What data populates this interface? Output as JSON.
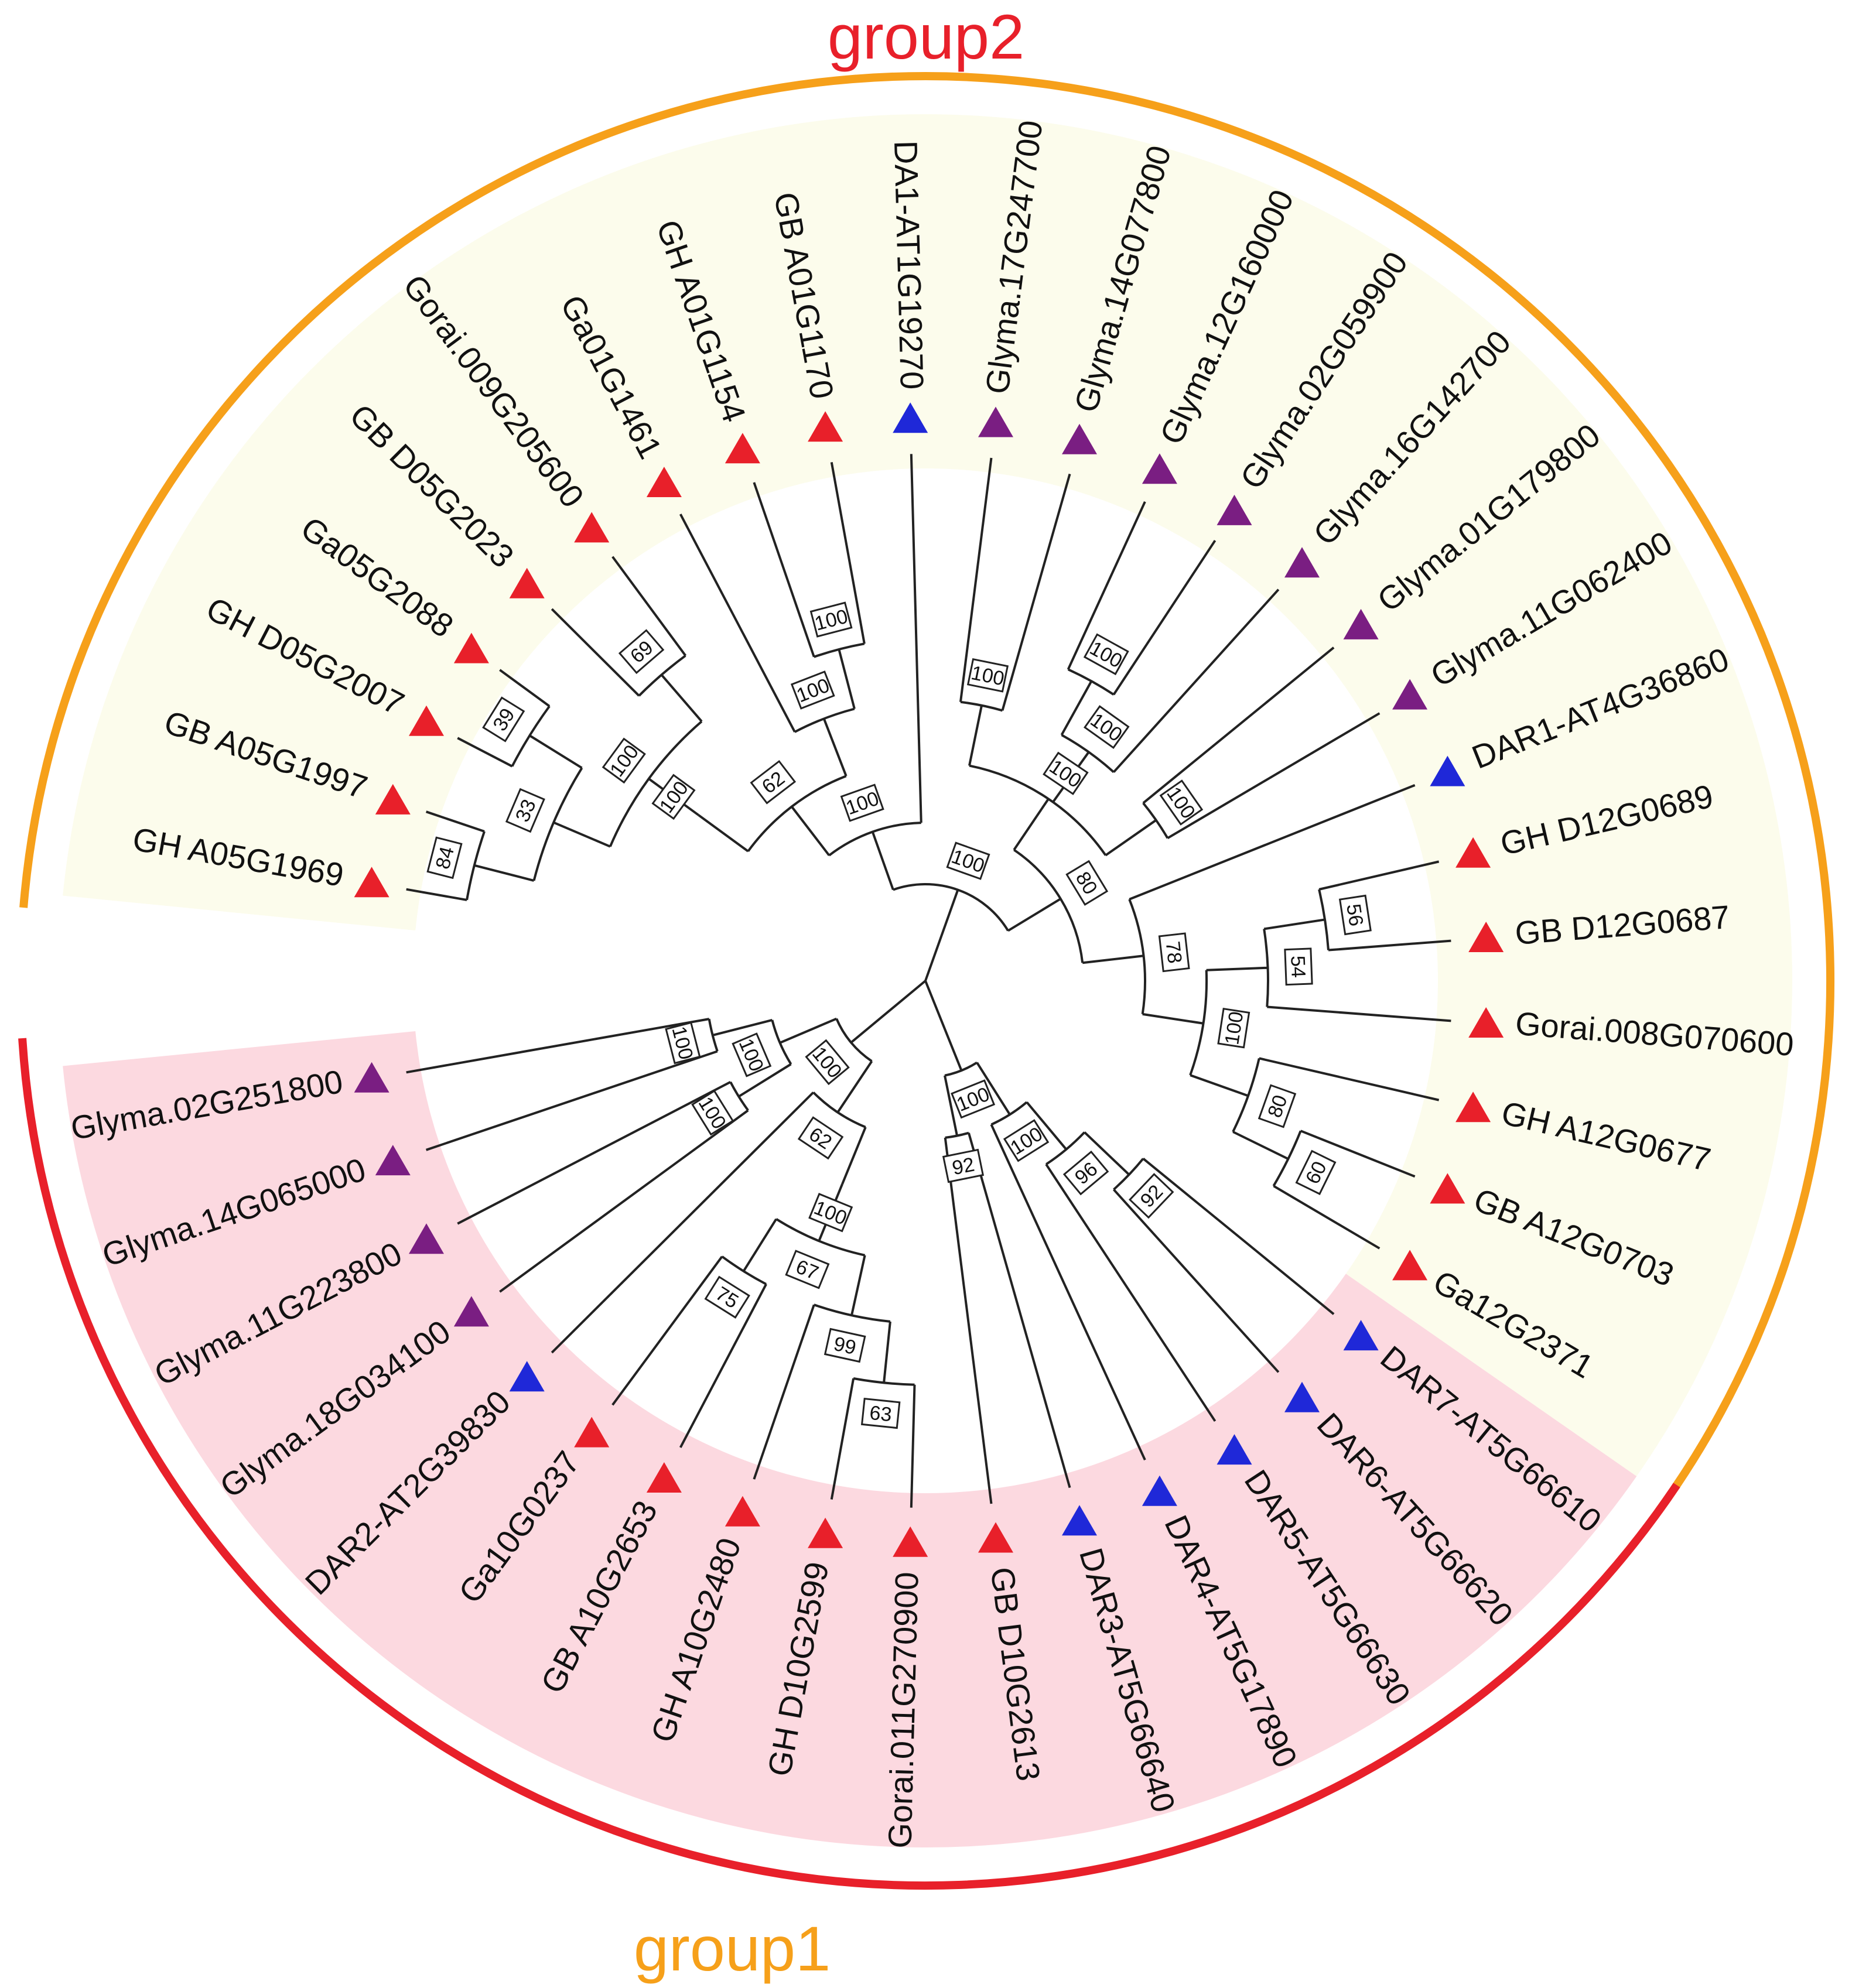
{
  "colors": {
    "group1": "#F6A01A",
    "group2": "#E8202A",
    "group1_fill": "#FCFCEC",
    "group2_fill": "#FCD9E0",
    "cotton": "#E8202A",
    "soybean": "#7A1E82",
    "arabidopsis": "#1F28D8"
  },
  "groups": {
    "group1": {
      "label": "group1"
    },
    "group2": {
      "label": "group2"
    }
  },
  "leaves": [
    {
      "label": "GH A05G1969",
      "marker": "cotton"
    },
    {
      "label": "GB A05G1997",
      "marker": "cotton"
    },
    {
      "label": "GH D05G2007",
      "marker": "cotton"
    },
    {
      "label": "Ga05G2088",
      "marker": "cotton"
    },
    {
      "label": "GB D05G2023",
      "marker": "cotton"
    },
    {
      "label": "Gorai.009G205600",
      "marker": "cotton"
    },
    {
      "label": "Ga01G1461",
      "marker": "cotton"
    },
    {
      "label": "GH A01G1154",
      "marker": "cotton"
    },
    {
      "label": "GB A01G1170",
      "marker": "cotton"
    },
    {
      "label": "DA1-AT1G19270",
      "marker": "arabidopsis"
    },
    {
      "label": "Glyma.17G247700",
      "marker": "soybean"
    },
    {
      "label": "Glyma.14G077800",
      "marker": "soybean"
    },
    {
      "label": "Glyma.12G160000",
      "marker": "soybean"
    },
    {
      "label": "Glyma.02G059900",
      "marker": "soybean"
    },
    {
      "label": "Glyma.16G142700",
      "marker": "soybean"
    },
    {
      "label": "Glyma.01G179800",
      "marker": "soybean"
    },
    {
      "label": "Glyma.11G062400",
      "marker": "soybean"
    },
    {
      "label": "DAR1-AT4G36860",
      "marker": "arabidopsis"
    },
    {
      "label": "GH D12G0689",
      "marker": "cotton"
    },
    {
      "label": "GB D12G0687",
      "marker": "cotton"
    },
    {
      "label": "Gorai.008G070600",
      "marker": "cotton"
    },
    {
      "label": "GH A12G0677",
      "marker": "cotton"
    },
    {
      "label": "GB A12G0703",
      "marker": "cotton"
    },
    {
      "label": "Ga12G2371",
      "marker": "cotton"
    },
    {
      "label": "DAR7-AT5G66610",
      "marker": "arabidopsis"
    },
    {
      "label": "DAR6-AT5G66620",
      "marker": "arabidopsis"
    },
    {
      "label": "DAR5-AT5G66630",
      "marker": "arabidopsis"
    },
    {
      "label": "DAR4-AT5G17890",
      "marker": "arabidopsis"
    },
    {
      "label": "DAR3-AT5G66640",
      "marker": "arabidopsis"
    },
    {
      "label": "GB D10G2613",
      "marker": "cotton"
    },
    {
      "label": "Gorai.011G270900",
      "marker": "cotton"
    },
    {
      "label": "GH D10G2599",
      "marker": "cotton"
    },
    {
      "label": "GH A10G2480",
      "marker": "cotton"
    },
    {
      "label": "GB A10G2653",
      "marker": "cotton"
    },
    {
      "label": "Ga10G0237",
      "marker": "cotton"
    },
    {
      "label": "DAR2-AT2G39830",
      "marker": "arabidopsis"
    },
    {
      "label": "Glyma.18G034100",
      "marker": "soybean"
    },
    {
      "label": "Glyma.11G223800",
      "marker": "soybean"
    },
    {
      "label": "Glyma.14G065000",
      "marker": "soybean"
    },
    {
      "label": "Glyma.02G251800",
      "marker": "soybean"
    }
  ],
  "tree": {
    "boot": "",
    "children": [
      {
        "boot": "100",
        "children": [
          {
            "boot": "100",
            "children": [
              {
                "boot": "62",
                "children": [
                  {
                    "boot": "100",
                    "children": [
                      {
                        "boot": "100",
                        "children": [
                          {
                            "boot": "33",
                            "children": [
                              {
                                "boot": "84",
                                "children": [
                                  {
                                    "leaf": 0
                                  },
                                  {
                                    "leaf": 1
                                  }
                                ]
                              },
                              {
                                "boot": "39",
                                "children": [
                                  {
                                    "leaf": 2
                                  },
                                  {
                                    "leaf": 3
                                  }
                                ]
                              }
                            ]
                          },
                          {
                            "boot": "69",
                            "children": [
                              {
                                "leaf": 4
                              },
                              {
                                "leaf": 5
                              }
                            ]
                          }
                        ]
                      }
                    ]
                  },
                  {
                    "boot": "100",
                    "children": [
                      {
                        "leaf": 6
                      },
                      {
                        "boot": "100",
                        "children": [
                          {
                            "leaf": 7
                          },
                          {
                            "leaf": 8
                          }
                        ]
                      }
                    ]
                  }
                ]
              },
              {
                "leaf": 9
              }
            ]
          },
          {
            "boot": "80",
            "children": [
              {
                "boot": "100",
                "children": [
                  {
                    "boot": "100",
                    "children": [
                      {
                        "leaf": 10
                      },
                      {
                        "leaf": 11
                      }
                    ]
                  },
                  {
                    "boot": "100",
                    "children": [
                      {
                        "boot": "100",
                        "children": [
                          {
                            "leaf": 12
                          },
                          {
                            "leaf": 13
                          }
                        ]
                      },
                      {
                        "leaf": 14
                      }
                    ]
                  },
                  {
                    "boot": "100",
                    "children": [
                      {
                        "leaf": 15
                      },
                      {
                        "leaf": 16
                      }
                    ]
                  }
                ]
              },
              {
                "boot": "78",
                "children": [
                  {
                    "leaf": 17
                  },
                  {
                    "boot": "100",
                    "children": [
                      {
                        "boot": "54",
                        "children": [
                          {
                            "boot": "56",
                            "children": [
                              {
                                "leaf": 18
                              },
                              {
                                "leaf": 19
                              }
                            ]
                          },
                          {
                            "leaf": 20
                          }
                        ]
                      },
                      {
                        "boot": "80",
                        "children": [
                          {
                            "leaf": 21
                          },
                          {
                            "boot": "60",
                            "children": [
                              {
                                "leaf": 22
                              },
                              {
                                "leaf": 23
                              }
                            ]
                          }
                        ]
                      }
                    ]
                  }
                ]
              }
            ]
          }
        ]
      },
      {
        "boot": "100",
        "children": [
          {
            "boot": "100",
            "children": [
              {
                "boot": "96",
                "children": [
                  {
                    "boot": "92",
                    "children": [
                      {
                        "leaf": 24
                      },
                      {
                        "leaf": 25
                      }
                    ]
                  },
                  {
                    "leaf": 26
                  }
                ]
              },
              {
                "leaf": 27
              }
            ]
          },
          {
            "boot": "92",
            "children": [
              {
                "leaf": 28
              },
              {
                "leaf": 29
              }
            ]
          }
        ]
      },
      {
        "boot": "100",
        "children": [
          {
            "boot": "62",
            "children": [
              {
                "boot": "100",
                "children": [
                  {
                    "boot": "67",
                    "children": [
                      {
                        "boot": "99",
                        "children": [
                          {
                            "boot": "63",
                            "children": [
                              {
                                "leaf": 30
                              },
                              {
                                "leaf": 31
                              }
                            ]
                          },
                          {
                            "leaf": 32
                          }
                        ]
                      },
                      {
                        "boot": "75",
                        "children": [
                          {
                            "leaf": 33
                          },
                          {
                            "leaf": 34
                          }
                        ]
                      }
                    ]
                  }
                ]
              },
              {
                "leaf": 35
              }
            ]
          },
          {
            "boot": "100",
            "children": [
              {
                "boot": "100",
                "children": [
                  {
                    "leaf": 36
                  },
                  {
                    "leaf": 37
                  }
                ]
              },
              {
                "boot": "100",
                "children": [
                  {
                    "leaf": 38
                  },
                  {
                    "leaf": 39
                  }
                ]
              }
            ]
          }
        ]
      }
    ]
  }
}
